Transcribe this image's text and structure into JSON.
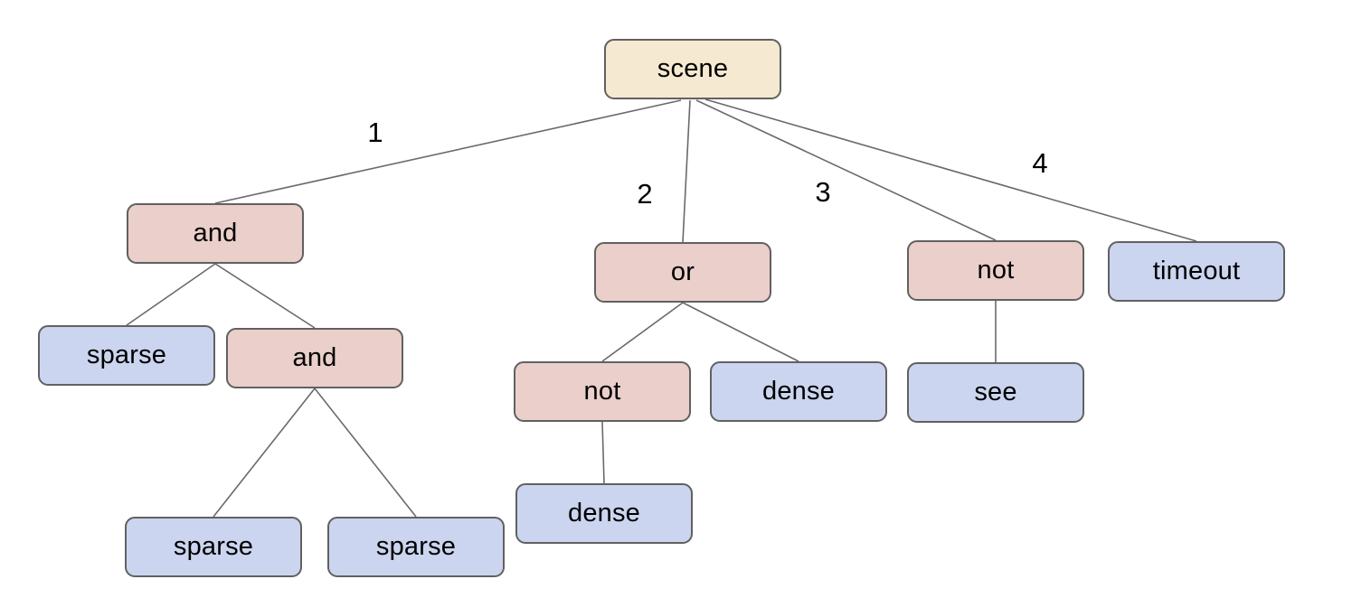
{
  "diagram": {
    "type": "tree",
    "root": "scene",
    "nodes": [
      {
        "id": "scene",
        "label": "scene",
        "type": "root"
      },
      {
        "id": "and1",
        "label": "and",
        "type": "operator"
      },
      {
        "id": "or1",
        "label": "or",
        "type": "operator"
      },
      {
        "id": "not1",
        "label": "not",
        "type": "operator"
      },
      {
        "id": "timeout",
        "label": "timeout",
        "type": "leaf"
      },
      {
        "id": "sparse1",
        "label": "sparse",
        "type": "leaf"
      },
      {
        "id": "and2",
        "label": "and",
        "type": "operator"
      },
      {
        "id": "not2",
        "label": "not",
        "type": "operator"
      },
      {
        "id": "dense1",
        "label": "dense",
        "type": "leaf"
      },
      {
        "id": "see",
        "label": "see",
        "type": "leaf"
      },
      {
        "id": "sparse2",
        "label": "sparse",
        "type": "leaf"
      },
      {
        "id": "sparse3",
        "label": "sparse",
        "type": "leaf"
      },
      {
        "id": "dense2",
        "label": "dense",
        "type": "leaf"
      }
    ],
    "edges": [
      {
        "from": "scene",
        "to": "and1",
        "label": "1"
      },
      {
        "from": "scene",
        "to": "or1",
        "label": "2"
      },
      {
        "from": "scene",
        "to": "not1",
        "label": "3"
      },
      {
        "from": "scene",
        "to": "timeout",
        "label": "4"
      },
      {
        "from": "and1",
        "to": "sparse1",
        "label": ""
      },
      {
        "from": "and1",
        "to": "and2",
        "label": ""
      },
      {
        "from": "and2",
        "to": "sparse2",
        "label": ""
      },
      {
        "from": "and2",
        "to": "sparse3",
        "label": ""
      },
      {
        "from": "or1",
        "to": "not2",
        "label": ""
      },
      {
        "from": "or1",
        "to": "dense1",
        "label": ""
      },
      {
        "from": "not2",
        "to": "dense2",
        "label": ""
      },
      {
        "from": "not1",
        "to": "see",
        "label": ""
      }
    ],
    "colors": {
      "root_fill": "#f5e9d1",
      "operator_fill": "#eacfca",
      "leaf_fill": "#cbd5ef",
      "node_border": "#616161",
      "edge_line": "#6a6a6a",
      "text": "#000000",
      "background": "#ffffff"
    }
  }
}
